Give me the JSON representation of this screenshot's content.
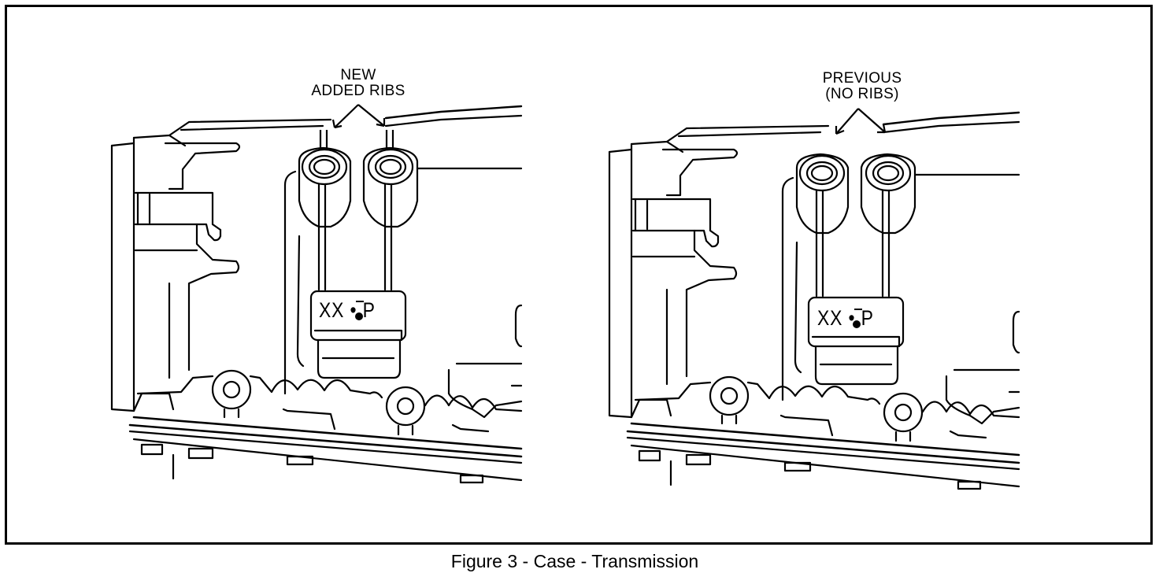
{
  "figure": {
    "caption": "Figure 3 - Case - Transmission"
  },
  "panels": [
    {
      "callout_line1": "NEW",
      "callout_line2": "ADDED RIBS",
      "stamp_text": "XX • P"
    },
    {
      "callout_line1": "PREVIOUS",
      "callout_line2": "(NO RIBS)",
      "stamp_text": "XX • P"
    }
  ]
}
